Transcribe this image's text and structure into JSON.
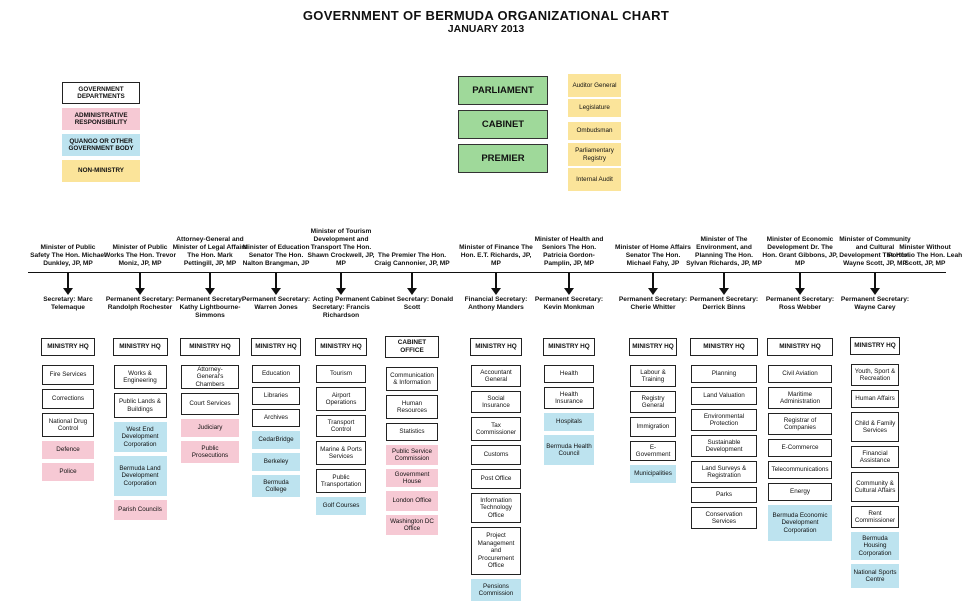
{
  "title": "GOVERNMENT OF BERMUDA ORGANIZATIONAL CHART",
  "subtitle": "JANUARY 2013",
  "legend": [
    {
      "text": "GOVERNMENT DEPARTMENTS",
      "kind": "white"
    },
    {
      "text": "ADMINISTRATIVE RESPONSIBILITY",
      "kind": "pink"
    },
    {
      "text": "QUANGO OR OTHER GOVERNMENT BODY",
      "kind": "blue"
    },
    {
      "text": "NON-MINISTRY",
      "kind": "yellow"
    }
  ],
  "top": [
    "PARLIAMENT",
    "CABINET",
    "PREMIER"
  ],
  "non_ministry": [
    "Auditor General",
    "Legislature",
    "Ombudsman",
    "Parliamentary Registry",
    "Internal Audit"
  ],
  "colors": {
    "white": "#ffffff",
    "pink": "#f6c9d4",
    "blue": "#bde3ef",
    "yellow": "#fbe49a",
    "green": "#9fd99a"
  },
  "ministries": [
    {
      "minister": "Minister of Public Safety The Hon. Michael Dunkley, JP, MP",
      "secretary": "Secretary: Marc Telemaque",
      "hq": "MINISTRY HQ",
      "units": [
        {
          "t": "Fire Services",
          "k": "w"
        },
        {
          "t": "Corrections",
          "k": "w"
        },
        {
          "t": "National Drug Control",
          "k": "w"
        },
        {
          "t": "Defence",
          "k": "p"
        },
        {
          "t": "Police",
          "k": "p"
        }
      ]
    },
    {
      "minister": "Minister of Public Works The Hon. Trevor Moniz, JP, MP",
      "secretary": "Permanent Secretary: Randolph Rochester",
      "hq": "MINISTRY HQ",
      "units": [
        {
          "t": "Works & Engineering",
          "k": "w"
        },
        {
          "t": "Public Lands & Buildings",
          "k": "w"
        },
        {
          "t": "West End Development Corporation",
          "k": "b"
        },
        {
          "t": "Bermuda Land Development Corporation",
          "k": "b"
        },
        {
          "t": "Parish Councils",
          "k": "p"
        }
      ]
    },
    {
      "minister": "Attorney-General and Minister of Legal Affairs The Hon. Mark Pettingill, JP, MP",
      "secretary": "Permanent Secretary: Kathy Lightbourne-Simmons",
      "hq": "MINISTRY HQ",
      "units": [
        {
          "t": "Attorney-General's Chambers",
          "k": "w"
        },
        {
          "t": "Court Services",
          "k": "w"
        },
        {
          "t": "Judiciary",
          "k": "p"
        },
        {
          "t": "Public Prosecutions",
          "k": "p"
        }
      ]
    },
    {
      "minister": "Minister of Education Senator The Hon. Nalton Brangman, JP",
      "secretary": "Permanent Secretary: Warren Jones",
      "hq": "MINISTRY HQ",
      "units": [
        {
          "t": "Education",
          "k": "w"
        },
        {
          "t": "Libraries",
          "k": "w"
        },
        {
          "t": "Archives",
          "k": "w"
        },
        {
          "t": "CedarBridge",
          "k": "b"
        },
        {
          "t": "Berkeley",
          "k": "b"
        },
        {
          "t": "Bermuda College",
          "k": "b"
        }
      ]
    },
    {
      "minister": "Minister of Tourism Development and Transport The Hon. Shawn Crockwell, JP, MP",
      "secretary": "Acting Permanent Secretary: Francis Richardson",
      "hq": "MINISTRY HQ",
      "units": [
        {
          "t": "Tourism",
          "k": "w"
        },
        {
          "t": "Airport Operations",
          "k": "w"
        },
        {
          "t": "Transport Control",
          "k": "w"
        },
        {
          "t": "Marine & Ports Services",
          "k": "w"
        },
        {
          "t": "Public Transportation",
          "k": "w"
        },
        {
          "t": "Golf Courses",
          "k": "b"
        }
      ]
    },
    {
      "minister": "The Premier The Hon. Craig Cannonier, JP, MP",
      "secretary": "Cabinet Secretary: Donald Scott",
      "hq": "CABINET OFFICE",
      "units": [
        {
          "t": "Communication & Information",
          "k": "w"
        },
        {
          "t": "Human Resources",
          "k": "w"
        },
        {
          "t": "Statistics",
          "k": "w"
        },
        {
          "t": "Public Service Commission",
          "k": "p"
        },
        {
          "t": "Government House",
          "k": "p"
        },
        {
          "t": "London Office",
          "k": "p"
        },
        {
          "t": "Washington DC Office",
          "k": "p"
        }
      ]
    },
    {
      "minister": "Minister of Finance The Hon. E.T. Richards, JP, MP",
      "secretary": "Financial Secretary: Anthony Manders",
      "hq": "MINISTRY HQ",
      "units": [
        {
          "t": "Accountant General",
          "k": "w"
        },
        {
          "t": "Social Insurance",
          "k": "w"
        },
        {
          "t": "Tax Commissioner",
          "k": "w"
        },
        {
          "t": "Customs",
          "k": "w"
        },
        {
          "t": "Post Office",
          "k": "w"
        },
        {
          "t": "Information Technology Office",
          "k": "w"
        },
        {
          "t": "Project Management and Procurement Office",
          "k": "w"
        },
        {
          "t": "Pensions Commission",
          "k": "b"
        }
      ]
    },
    {
      "minister": "Minister of Health and Seniors The Hon. Patricia Gordon-Pamplin, JP, MP",
      "secretary": "Permanent Secretary: Kevin Monkman",
      "hq": "MINISTRY HQ",
      "units": [
        {
          "t": "Health",
          "k": "w"
        },
        {
          "t": "Health Insurance",
          "k": "w"
        },
        {
          "t": "Hospitals",
          "k": "b"
        },
        {
          "t": "Bermuda Health Council",
          "k": "b"
        }
      ]
    },
    {
      "minister": "Minister of Home Affairs Senator The Hon. Michael Fahy, JP",
      "secretary": "Permanent Secretary: Cherie Whitter",
      "hq": "MINISTRY HQ",
      "units": [
        {
          "t": "Labour & Training",
          "k": "w"
        },
        {
          "t": "Registry General",
          "k": "w"
        },
        {
          "t": "Immigration",
          "k": "w"
        },
        {
          "t": "E-Government",
          "k": "w"
        },
        {
          "t": "Municipalities",
          "k": "b"
        }
      ]
    },
    {
      "minister": "Minister of The Environment, and Planning The Hon. Sylvan Richards, JP, MP",
      "secretary": "Permanent Secretary: Derrick Binns",
      "hq": "MINISTRY HQ",
      "units": [
        {
          "t": "Planning",
          "k": "w"
        },
        {
          "t": "Land Valuation",
          "k": "w"
        },
        {
          "t": "Environmental Protection",
          "k": "w"
        },
        {
          "t": "Sustainable Development",
          "k": "w"
        },
        {
          "t": "Land Surveys & Registration",
          "k": "w"
        },
        {
          "t": "Parks",
          "k": "w"
        },
        {
          "t": "Conservation Services",
          "k": "w"
        }
      ]
    },
    {
      "minister": "Minister of Economic Development Dr. The Hon. Grant Gibbons, JP, MP",
      "secretary": "Permanent Secretary: Ross Webber",
      "hq": "MINISTRY HQ",
      "units": [
        {
          "t": "Civil Aviation",
          "k": "w"
        },
        {
          "t": "Maritime Administration",
          "k": "w"
        },
        {
          "t": "Registrar of Companies",
          "k": "w"
        },
        {
          "t": "E-Commerce",
          "k": "w"
        },
        {
          "t": "Telecommunications",
          "k": "w"
        },
        {
          "t": "Energy",
          "k": "w"
        },
        {
          "t": "Bermuda Economic Development Corporation",
          "k": "b"
        }
      ]
    },
    {
      "minister": "Minister of Community and Cultural Development The Hon. Wayne Scott, JP, MP",
      "secretary": "Permanent Secretary: Wayne Carey",
      "hq": "MINISTRY HQ",
      "units": [
        {
          "t": "Youth, Sport & Recreation",
          "k": "w"
        },
        {
          "t": "Human Affairs",
          "k": "w"
        },
        {
          "t": "Child & Family Services",
          "k": "w"
        },
        {
          "t": "Financial Assistance",
          "k": "w"
        },
        {
          "t": "Community & Cultural Affairs",
          "k": "w"
        },
        {
          "t": "Rent Commissioner",
          "k": "w"
        },
        {
          "t": "Bermuda Housing Corporation",
          "k": "b"
        },
        {
          "t": "National Sports Centre",
          "k": "b"
        }
      ]
    },
    {
      "minister": "Minister Without Portfolio The Hon. Leah Scott, JP, MP",
      "secretary": "",
      "hq": "",
      "units": []
    }
  ]
}
